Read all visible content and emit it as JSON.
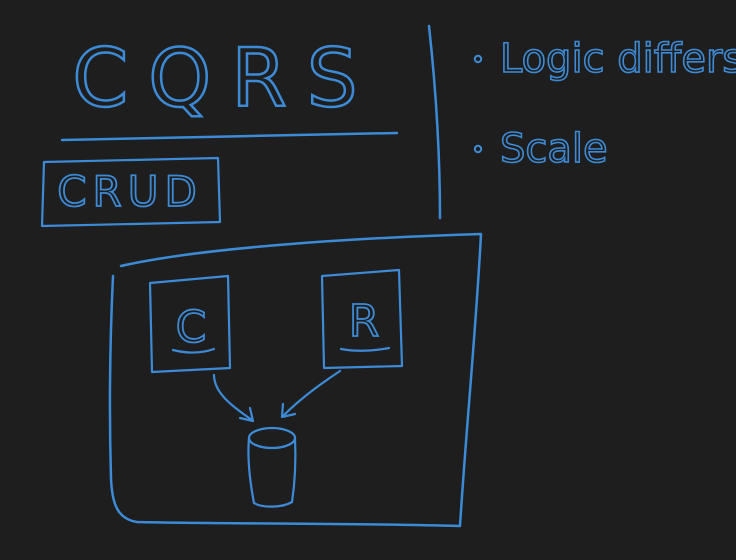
{
  "canvas": {
    "background": "#1e1e1e",
    "ink_color": "#3d8bd6"
  },
  "title": "CQRS",
  "crud_label": "CRUD",
  "command_label": "C",
  "query_label": "R",
  "bullets": [
    {
      "text": "Logic differs",
      "icon": "bullet-dot-icon"
    },
    {
      "text": "Scale",
      "icon": "bullet-dot-icon"
    }
  ],
  "icons": {
    "database": "database-cylinder-icon",
    "arrow": "arrow-down-icon"
  }
}
